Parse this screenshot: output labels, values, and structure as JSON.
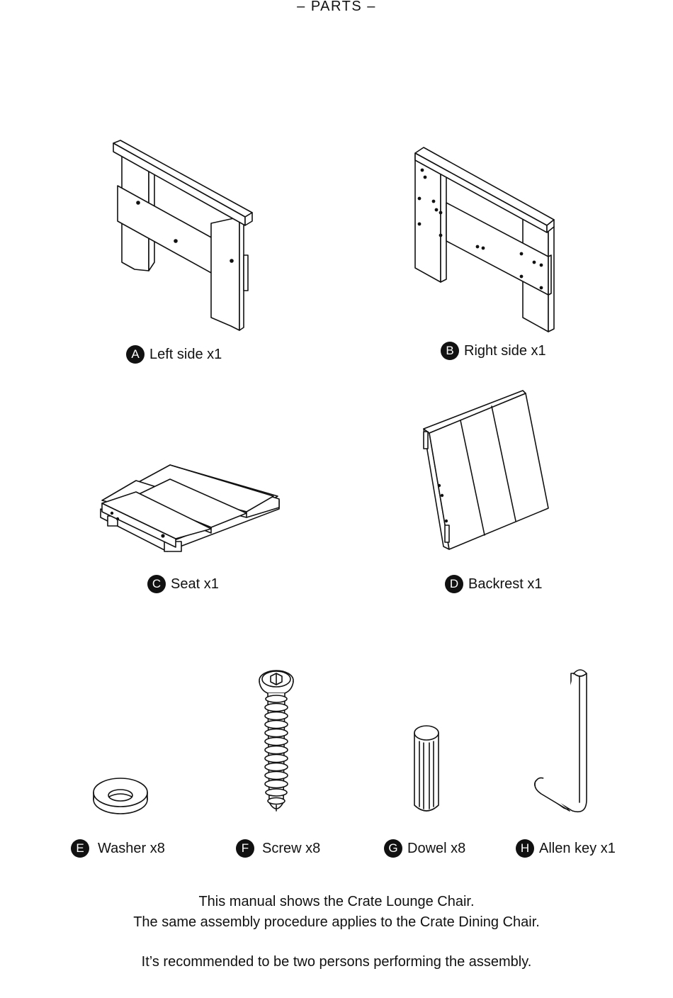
{
  "title": "–  PARTS  –",
  "parts": [
    {
      "letter": "A",
      "label": "Left side x1",
      "icon": "left-side-panel-icon"
    },
    {
      "letter": "B",
      "label": "Right side x1",
      "icon": "right-side-panel-icon"
    },
    {
      "letter": "C",
      "label": "Seat x1",
      "icon": "seat-panel-icon"
    },
    {
      "letter": "D",
      "label": "Backrest x1",
      "icon": "backrest-panel-icon"
    },
    {
      "letter": "E",
      "label": "Washer x8",
      "icon": "washer-icon"
    },
    {
      "letter": "F",
      "label": "Screw x8",
      "icon": "screw-icon"
    },
    {
      "letter": "G",
      "label": "Dowel x8",
      "icon": "dowel-icon"
    },
    {
      "letter": "H",
      "label": "Allen key x1",
      "icon": "allen-key-icon"
    }
  ],
  "notes": {
    "line1": "This manual shows the Crate Lounge Chair.",
    "line2": "The same assembly procedure applies to the Crate Dining Chair.",
    "line3": "It’s recommended to be two persons performing the assembly."
  }
}
